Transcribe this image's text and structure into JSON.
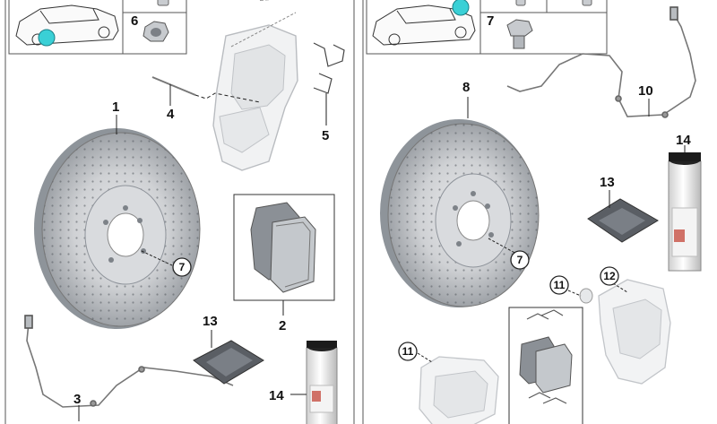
{
  "colors": {
    "accent_marker": "#3ad0d6",
    "frame": "#555555",
    "part_grey": "#cfd2d5",
    "part_dark": "#5c6066"
  },
  "panels": [
    {
      "name": "left-panel",
      "inset_numbers": [
        "6"
      ],
      "labels": [
        "1",
        "4",
        "5",
        "2",
        "3",
        "13",
        "14"
      ],
      "callouts": [
        "7"
      ]
    },
    {
      "name": "right-panel",
      "inset_numbers": [
        "7"
      ],
      "labels": [
        "8",
        "10",
        "14",
        "13"
      ],
      "callouts": [
        "7",
        "11",
        "12",
        "11"
      ]
    }
  ],
  "icons": [
    "car-icon",
    "nut-icon",
    "bolt-icon",
    "brake-disc-icon",
    "brake-caliper-icon",
    "brake-pad-icon",
    "wear-sensor-icon",
    "grease-can-icon",
    "grease-packet-icon",
    "clip-icon",
    "bushing-icon"
  ]
}
